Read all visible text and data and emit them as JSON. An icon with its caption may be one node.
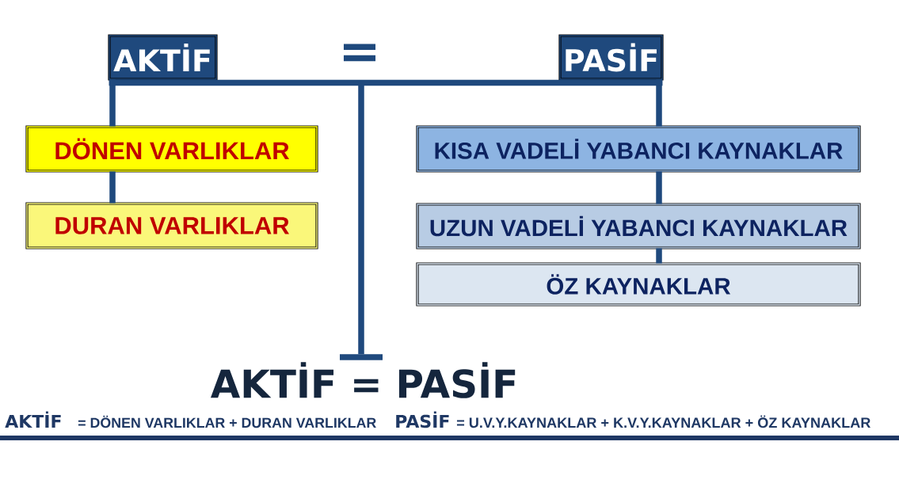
{
  "diagram": {
    "nodes": [
      {
        "text": [
          "AKTİF"
        ]
      },
      {
        "text": [
          "PASİF"
        ]
      },
      {
        "text": [
          "DÖNEN VARLIKLAR"
        ]
      },
      {
        "text": [
          "DURAN VARLIKLAR"
        ]
      },
      {
        "text": [
          "KISA VADELİ YABANCI KAYNAKLAR"
        ]
      },
      {
        "text": [
          "UZUN VADELİ YABANCI KAYNAKLAR"
        ]
      },
      {
        "text": [
          "ÖZ KAYNAKLAR"
        ]
      },
      {
        "text": [],
        "shape": "bar"
      }
    ],
    "edges": [
      {
        "from": 0,
        "to": 2,
        "arrow": "none"
      },
      {
        "from": 2,
        "to": 3,
        "arrow": "none"
      },
      {
        "from": 1,
        "to": 4,
        "arrow": "none"
      },
      {
        "from": 4,
        "to": 5,
        "arrow": "none"
      },
      {
        "from": 5,
        "to": 6,
        "arrow": "none"
      },
      {
        "from": 0,
        "to": 7,
        "arrow": "none"
      },
      {
        "from": 1,
        "to": 7,
        "arrow": "none"
      }
    ],
    "labels": [
      "=",
      "AKTİF = PASİF",
      "AKTİF",
      "= DÖNEN VARLIKLAR + DURAN VARLIKLAR",
      "PASİF",
      "= U.V.Y.KAYNAKLAR + K.V.Y.KAYNAKLAR + ÖZ KAYNAKLAR"
    ]
  }
}
